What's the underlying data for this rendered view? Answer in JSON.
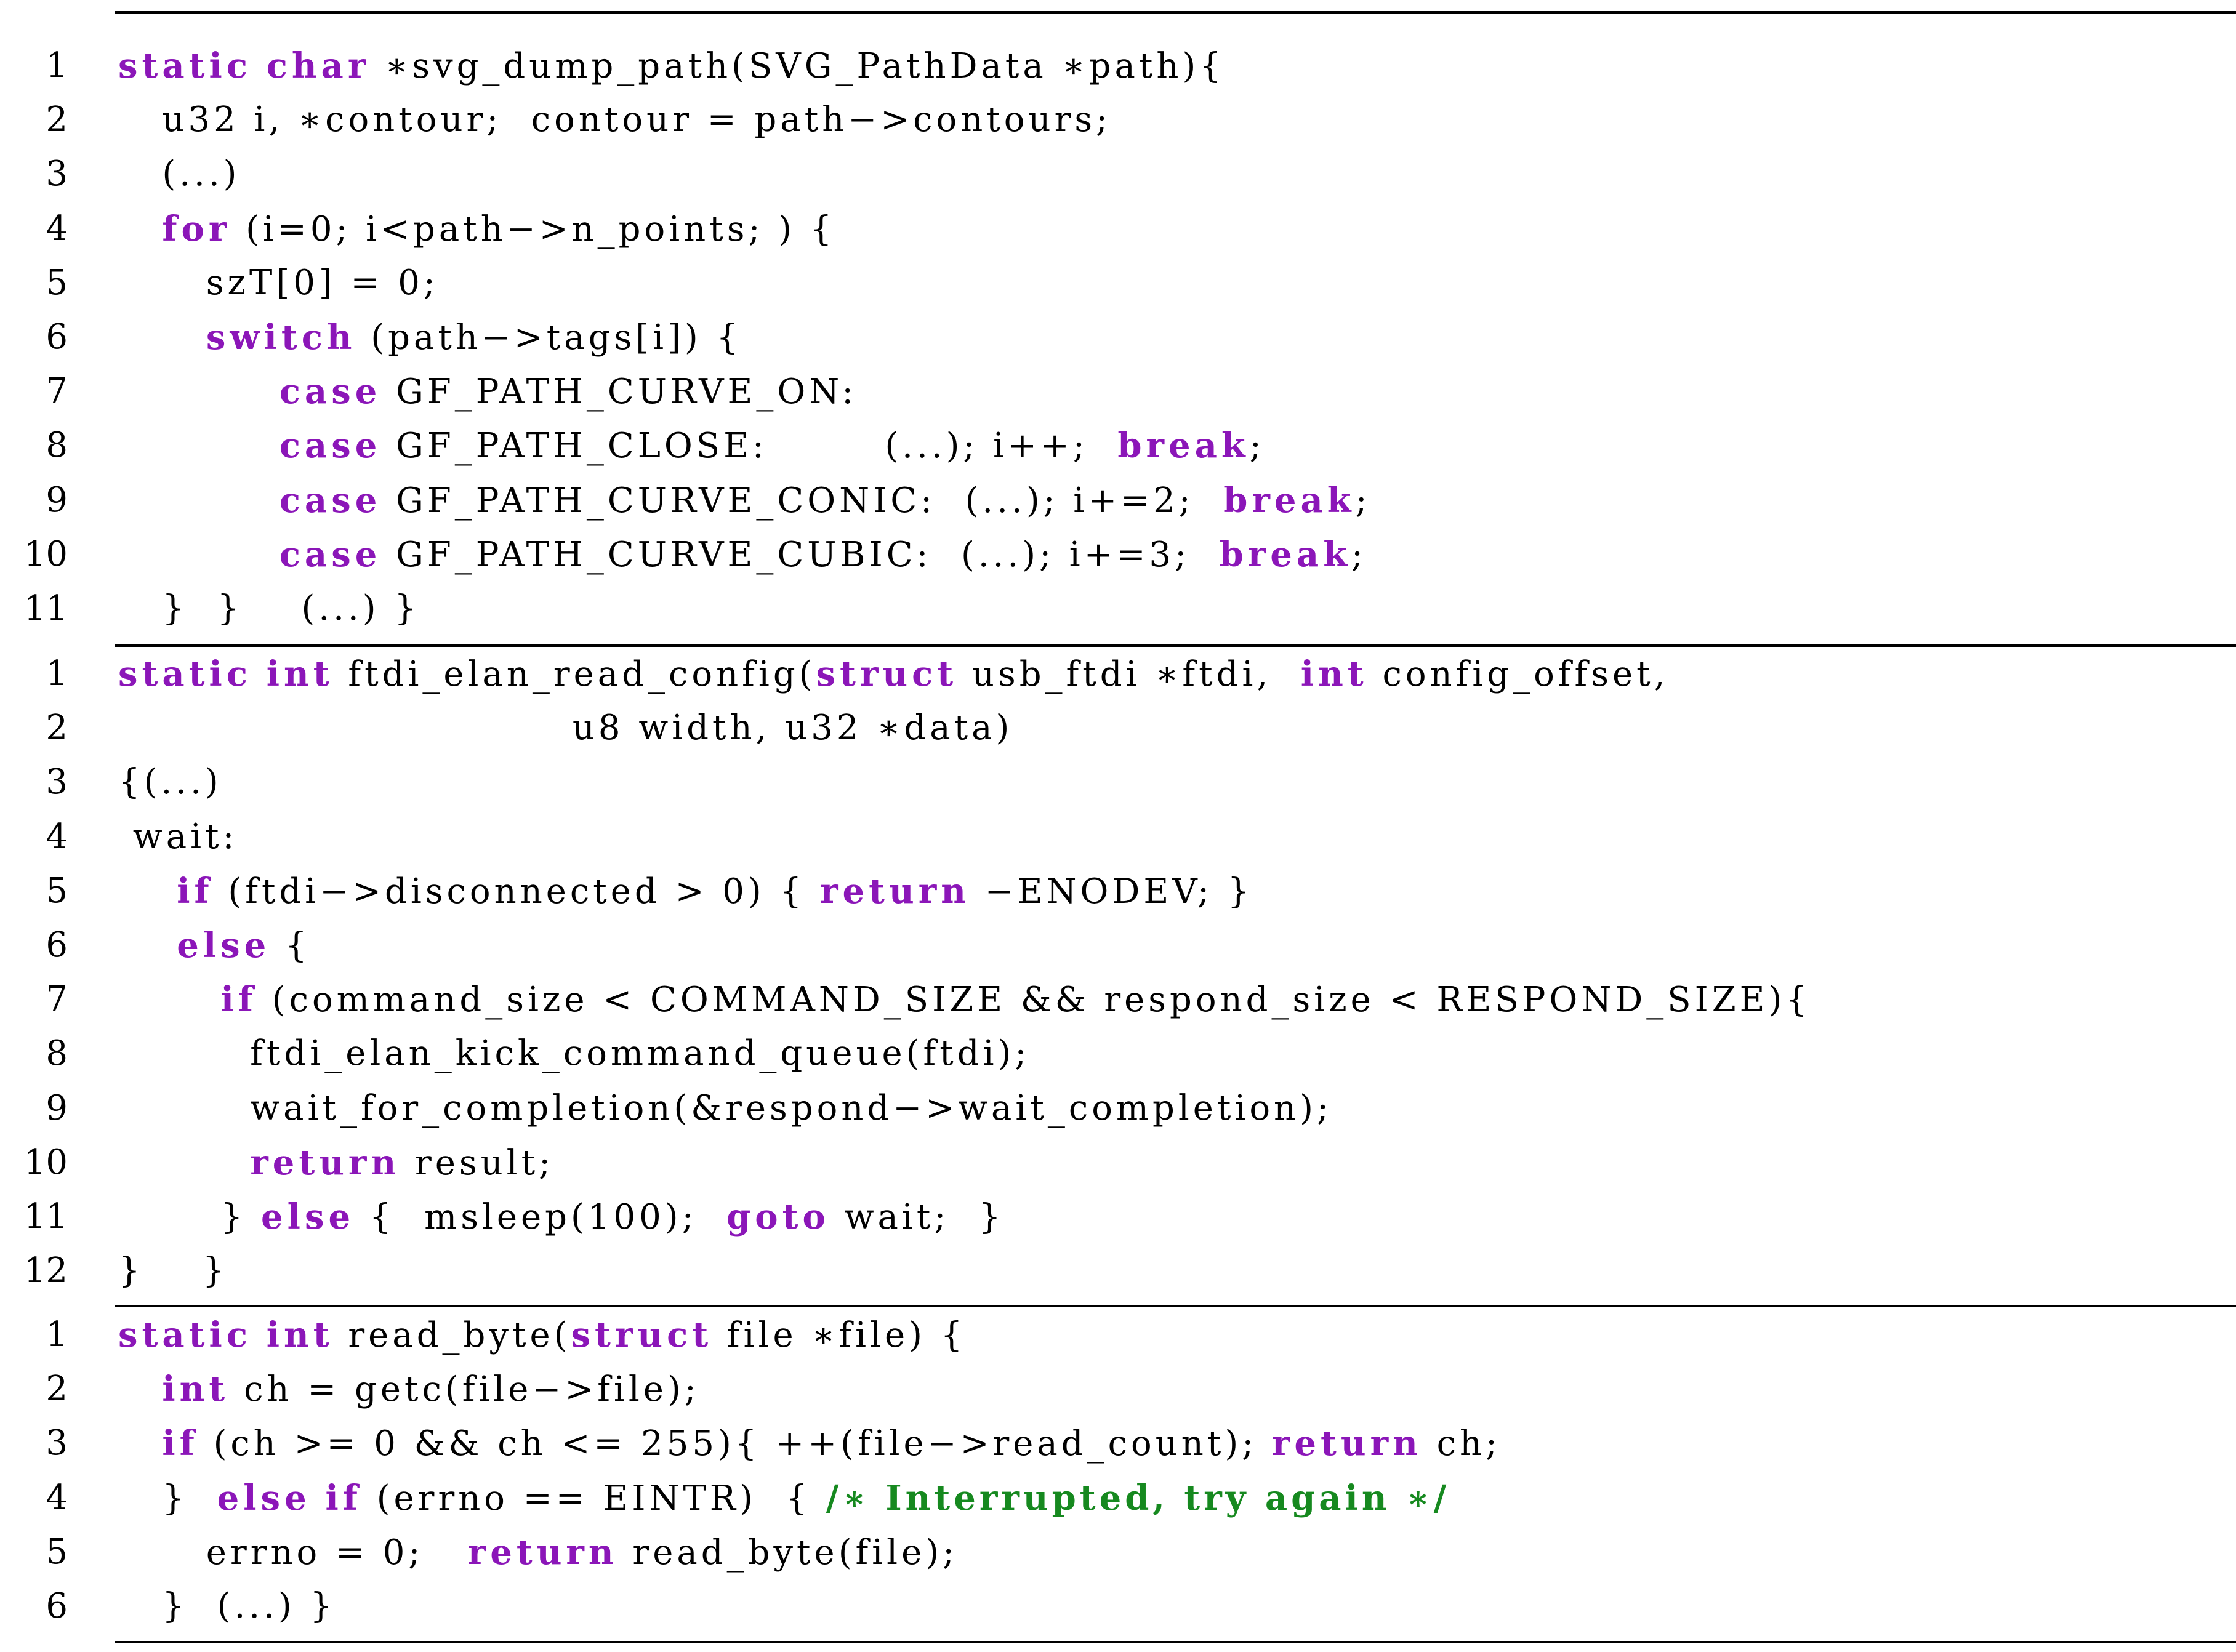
{
  "colors": {
    "keyword": "#8b16b8",
    "comment": "#16891f",
    "text": "#000000"
  },
  "listings": [
    {
      "lines": [
        {
          "n": "1",
          "segs": [
            {
              "t": "static",
              "k": "kw"
            },
            {
              "t": " "
            },
            {
              "t": "char",
              "k": "kw"
            },
            {
              "t": " ∗svg_dump_path(SVG_PathData ∗path){"
            }
          ]
        },
        {
          "n": "2",
          "segs": [
            {
              "t": "   u32 i, ∗contour;  contour = path−>contours;"
            }
          ]
        },
        {
          "n": "3",
          "segs": [
            {
              "t": "   (...)"
            }
          ]
        },
        {
          "n": "4",
          "segs": [
            {
              "t": "   "
            },
            {
              "t": "for",
              "k": "kw"
            },
            {
              "t": " (i=0; i<path−>n_points; ) {"
            }
          ]
        },
        {
          "n": "5",
          "segs": [
            {
              "t": "      szT[0] = 0;"
            }
          ]
        },
        {
          "n": "6",
          "segs": [
            {
              "t": "      "
            },
            {
              "t": "switch",
              "k": "kw"
            },
            {
              "t": " (path−>tags[i]) {"
            }
          ]
        },
        {
          "n": "7",
          "segs": [
            {
              "t": "           "
            },
            {
              "t": "case",
              "k": "kw"
            },
            {
              "t": " GF_PATH_CURVE_ON:"
            }
          ]
        },
        {
          "n": "8",
          "segs": [
            {
              "t": "           "
            },
            {
              "t": "case",
              "k": "kw"
            },
            {
              "t": " GF_PATH_CLOSE:        (...); i++;  "
            },
            {
              "t": "break",
              "k": "kw"
            },
            {
              "t": ";"
            }
          ]
        },
        {
          "n": "9",
          "segs": [
            {
              "t": "           "
            },
            {
              "t": "case",
              "k": "kw"
            },
            {
              "t": " GF_PATH_CURVE_CONIC:  (...); i+=2;  "
            },
            {
              "t": "break",
              "k": "kw"
            },
            {
              "t": ";"
            }
          ]
        },
        {
          "n": "10",
          "segs": [
            {
              "t": "           "
            },
            {
              "t": "case",
              "k": "kw"
            },
            {
              "t": " GF_PATH_CURVE_CUBIC:  (...); i+=3;  "
            },
            {
              "t": "break",
              "k": "kw"
            },
            {
              "t": ";"
            }
          ]
        },
        {
          "n": "11",
          "segs": [
            {
              "t": "   }  }    (...) }"
            }
          ]
        }
      ]
    },
    {
      "lines": [
        {
          "n": "1",
          "segs": [
            {
              "t": "static",
              "k": "kw"
            },
            {
              "t": " "
            },
            {
              "t": "int",
              "k": "kw"
            },
            {
              "t": " ftdi_elan_read_config("
            },
            {
              "t": "struct",
              "k": "kw"
            },
            {
              "t": " usb_ftdi ∗ftdi,  "
            },
            {
              "t": "int",
              "k": "kw"
            },
            {
              "t": " config_offset,"
            }
          ]
        },
        {
          "n": "2",
          "segs": [
            {
              "t": "                               u8 width, u32 ∗data)"
            }
          ]
        },
        {
          "n": "3",
          "segs": [
            {
              "t": "{(...)"
            }
          ]
        },
        {
          "n": "4",
          "segs": [
            {
              "t": " wait:"
            }
          ]
        },
        {
          "n": "5",
          "segs": [
            {
              "t": "    "
            },
            {
              "t": "if",
              "k": "kw"
            },
            {
              "t": " (ftdi−>disconnected > 0) { "
            },
            {
              "t": "return",
              "k": "kw"
            },
            {
              "t": " −ENODEV; }"
            }
          ]
        },
        {
          "n": "6",
          "segs": [
            {
              "t": "    "
            },
            {
              "t": "else",
              "k": "kw"
            },
            {
              "t": " {"
            }
          ]
        },
        {
          "n": "7",
          "segs": [
            {
              "t": "       "
            },
            {
              "t": "if",
              "k": "kw"
            },
            {
              "t": " (command_size < COMMAND_SIZE && respond_size < RESPOND_SIZE){"
            }
          ]
        },
        {
          "n": "8",
          "segs": [
            {
              "t": "         ftdi_elan_kick_command_queue(ftdi);"
            }
          ]
        },
        {
          "n": "9",
          "segs": [
            {
              "t": "         wait_for_completion(&respond−>wait_completion);"
            }
          ]
        },
        {
          "n": "10",
          "segs": [
            {
              "t": "         "
            },
            {
              "t": "return",
              "k": "kw"
            },
            {
              "t": " result;"
            }
          ]
        },
        {
          "n": "11",
          "segs": [
            {
              "t": "       } "
            },
            {
              "t": "else",
              "k": "kw"
            },
            {
              "t": " {  msleep(100);  "
            },
            {
              "t": "goto",
              "k": "kw"
            },
            {
              "t": " wait;  }"
            }
          ]
        },
        {
          "n": "12",
          "segs": [
            {
              "t": "}    }"
            }
          ]
        }
      ]
    },
    {
      "lines": [
        {
          "n": "1",
          "segs": [
            {
              "t": "static",
              "k": "kw"
            },
            {
              "t": " "
            },
            {
              "t": "int",
              "k": "kw"
            },
            {
              "t": " read_byte("
            },
            {
              "t": "struct",
              "k": "kw"
            },
            {
              "t": " file ∗file) {"
            }
          ]
        },
        {
          "n": "2",
          "segs": [
            {
              "t": "   "
            },
            {
              "t": "int",
              "k": "kw"
            },
            {
              "t": " ch = getc(file−>file);"
            }
          ]
        },
        {
          "n": "3",
          "segs": [
            {
              "t": "   "
            },
            {
              "t": "if",
              "k": "kw"
            },
            {
              "t": " (ch >= 0 && ch <= 255){ ++(file−>read_count); "
            },
            {
              "t": "return",
              "k": "kw"
            },
            {
              "t": " ch;"
            }
          ]
        },
        {
          "n": "4",
          "segs": [
            {
              "t": "   }  "
            },
            {
              "t": "else",
              "k": "kw"
            },
            {
              "t": " "
            },
            {
              "t": "if",
              "k": "kw"
            },
            {
              "t": " (errno == EINTR)  { "
            },
            {
              "t": "/∗ Interrupted, try again ∗/",
              "k": "cm"
            }
          ]
        },
        {
          "n": "5",
          "segs": [
            {
              "t": "      errno = 0;   "
            },
            {
              "t": "return",
              "k": "kw"
            },
            {
              "t": " read_byte(file);"
            }
          ]
        },
        {
          "n": "6",
          "segs": [
            {
              "t": "   }  (...) }"
            }
          ]
        }
      ]
    }
  ]
}
